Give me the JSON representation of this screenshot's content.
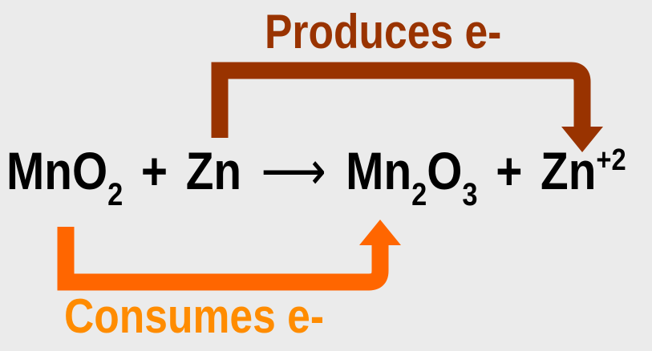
{
  "labels": {
    "produces": "Produces e-",
    "consumes": "Consumes e-"
  },
  "equation": {
    "reactant1": {
      "base": "MnO",
      "sub": "2"
    },
    "plus1": "+",
    "reactant2": "Zn",
    "arrow": "⟶",
    "product1": {
      "a": "Mn",
      "sub_a": "2",
      "b": "O",
      "sub_b": "3"
    },
    "plus2": "+",
    "product2": {
      "base": "Zn",
      "sup": "+2"
    }
  },
  "colors": {
    "background": "#EBEBEB",
    "produces": "#993300",
    "consumes": "#FF6600",
    "text": "#000000"
  }
}
